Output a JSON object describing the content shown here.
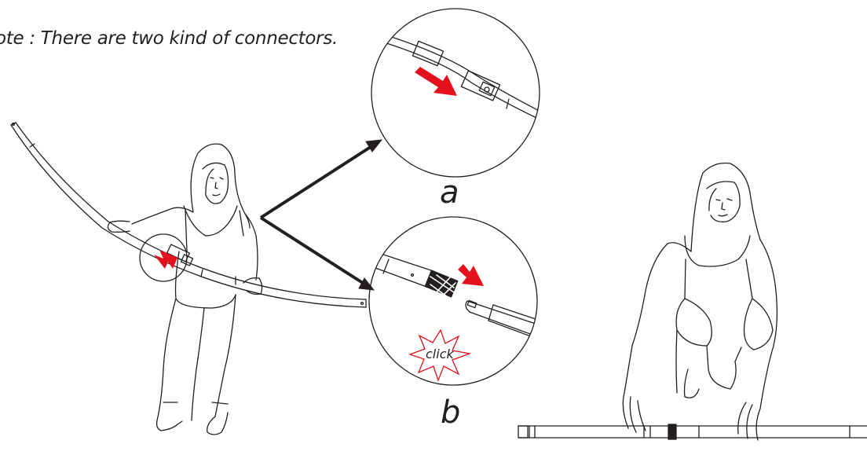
{
  "note": "ote : There are two kind of  connectors.",
  "labels": {
    "a": "a",
    "b": "b",
    "click": "click"
  },
  "colors": {
    "line": "#231f20",
    "arrow_red": "#e3111c",
    "click_red": "#e3111c"
  }
}
